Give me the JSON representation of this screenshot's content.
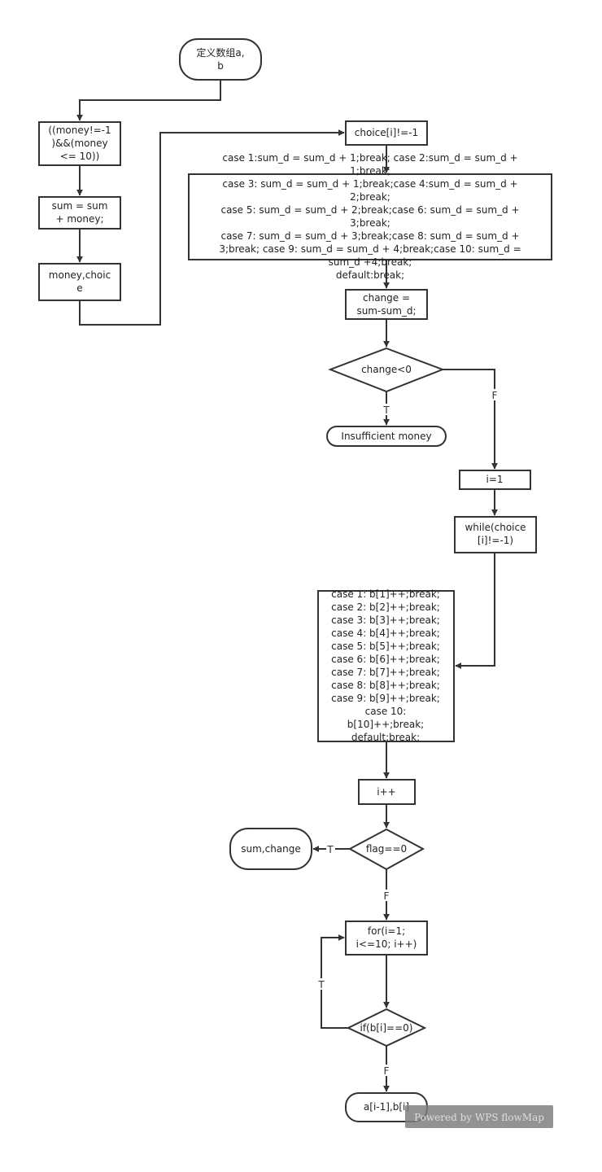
{
  "diagram": {
    "nodes": {
      "define_arrays": [
        "定义数组a,",
        "b"
      ],
      "input_condition": [
        "((money!=-1",
        ")&&(money",
        "<= 10))"
      ],
      "sum_update": [
        "sum = sum",
        "+ money;"
      ],
      "money_choice": [
        "money,choic",
        "e"
      ],
      "choice_check": [
        "choice[i]!=-1"
      ],
      "switch_sum_d": [
        "case 1:sum_d = sum_d + 1;break; case 2:sum_d = sum_d +",
        "1;break;",
        "case 3: sum_d = sum_d + 1;break;case 4:sum_d = sum_d +",
        "2;break;",
        "case 5: sum_d = sum_d + 2;break;case 6: sum_d = sum_d +",
        "3;break;",
        "case 7: sum_d = sum_d + 3;break;case 8: sum_d = sum_d +",
        "3;break; case 9: sum_d = sum_d + 4;break;case 10: sum_d =",
        "sum_d +4;break;",
        "default:break;"
      ],
      "change_calc": [
        "change =",
        "sum-sum_d;"
      ],
      "change_check": [
        "change<0"
      ],
      "insufficient": [
        "Insufficient money"
      ],
      "init_i": [
        "i=1"
      ],
      "while_loop": [
        "while(choice",
        "[i]!=-1)"
      ],
      "switch_b": [
        "case 1: b[1]++;break;",
        "case 2: b[2]++;break;",
        "case 3: b[3]++;break;",
        "case 4: b[4]++;break;",
        "case 5: b[5]++;break;",
        "case 6: b[6]++;break;",
        "case 7: b[7]++;break;",
        "case 8: b[8]++;break;",
        "case 9: b[9]++;break;",
        "case 10:",
        "b[10]++;break;",
        "default:break;"
      ],
      "increment_i": [
        "i++"
      ],
      "flag_check": [
        "flag==0"
      ],
      "output_sum_change": [
        "sum,change"
      ],
      "for_loop": [
        "for(i=1;",
        "i<=10; i++)"
      ],
      "if_check": [
        "if(b[i]==0)"
      ],
      "output_a_b": [
        "a[i-1],b[i]"
      ]
    },
    "edge_labels": {
      "true": "T",
      "false": "F"
    },
    "watermark": "Powered by WPS flowMap",
    "colors": {
      "stroke": "#333333",
      "fill": "#ffffff",
      "watermark_bg": "#7f7f7f"
    }
  }
}
